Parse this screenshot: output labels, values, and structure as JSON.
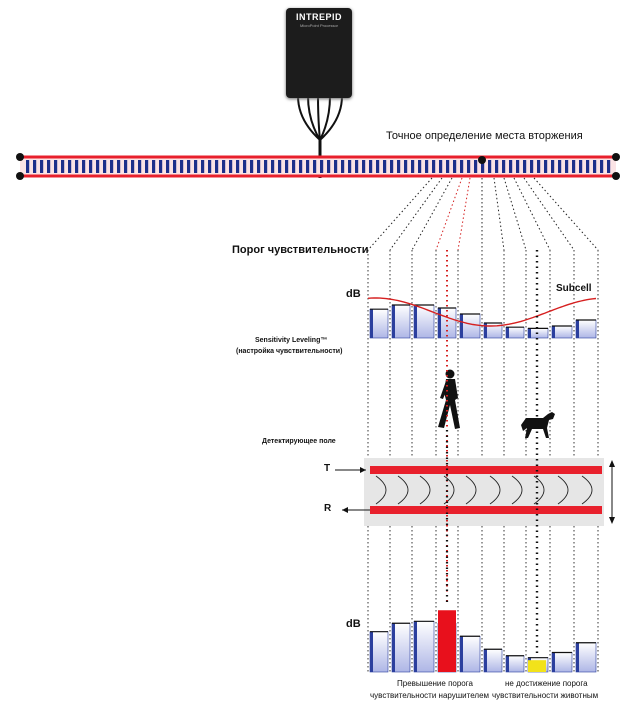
{
  "labels": {
    "precise_location": "Точное определение места вторжения",
    "sensitivity_threshold": "Порог чувствительности",
    "db_top": "dB",
    "subcell": "Subcell",
    "sensitivity_leveling": "Sensitivity Leveling™",
    "sensitivity_leveling_ru": "(настройка чувствительности)",
    "detection_field": "Детектирующее поле",
    "t": "T",
    "r": "R",
    "db_bottom": "dB",
    "intruder_exceeds_1": "Превышение порога",
    "intruder_exceeds_2": "чувствительности нарушителем",
    "animal_not_reach_1": "не достижение порога",
    "animal_not_reach_2": "чувствительности животным"
  },
  "device": {
    "brand": "INTREPID",
    "subtitle": "MicroPoint Processor"
  },
  "bars_top": {
    "levels": [
      0.48,
      0.55,
      0.55,
      0.5,
      0.4,
      0.25,
      0.18,
      0.16,
      0.2,
      0.3
    ],
    "threshold_curve": "sine"
  },
  "bars_bottom": {
    "levels": [
      0.62,
      0.75,
      0.78,
      0.75,
      0.55,
      0.35,
      0.25,
      0.22,
      0.3,
      0.45
    ],
    "intruder_level": 0.95,
    "animal_level": 0.12
  },
  "colors": {
    "cable_red": "#e8202c",
    "bar_blue": "#2b3f9e",
    "threshold_red": "#d62020",
    "intruder_bar": "#e8101c",
    "animal_bar": "#f2e21a",
    "field_band": "#e6e6e6"
  }
}
